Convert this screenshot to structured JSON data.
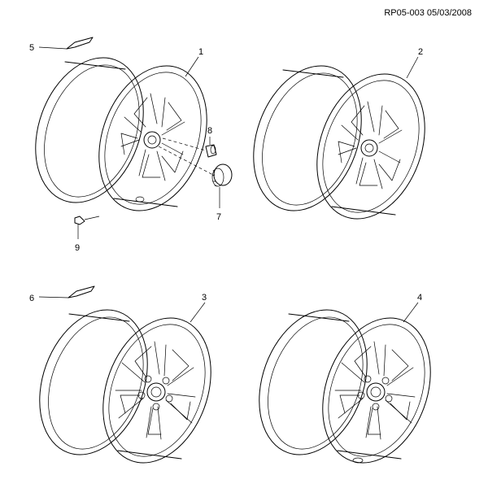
{
  "header": {
    "reference": "RP05-003 05/03/2008"
  },
  "callouts": {
    "c1": "1",
    "c2": "2",
    "c3": "3",
    "c4": "4",
    "c5": "5",
    "c6": "6",
    "c7": "7",
    "c8": "8",
    "c9": "9"
  }
}
